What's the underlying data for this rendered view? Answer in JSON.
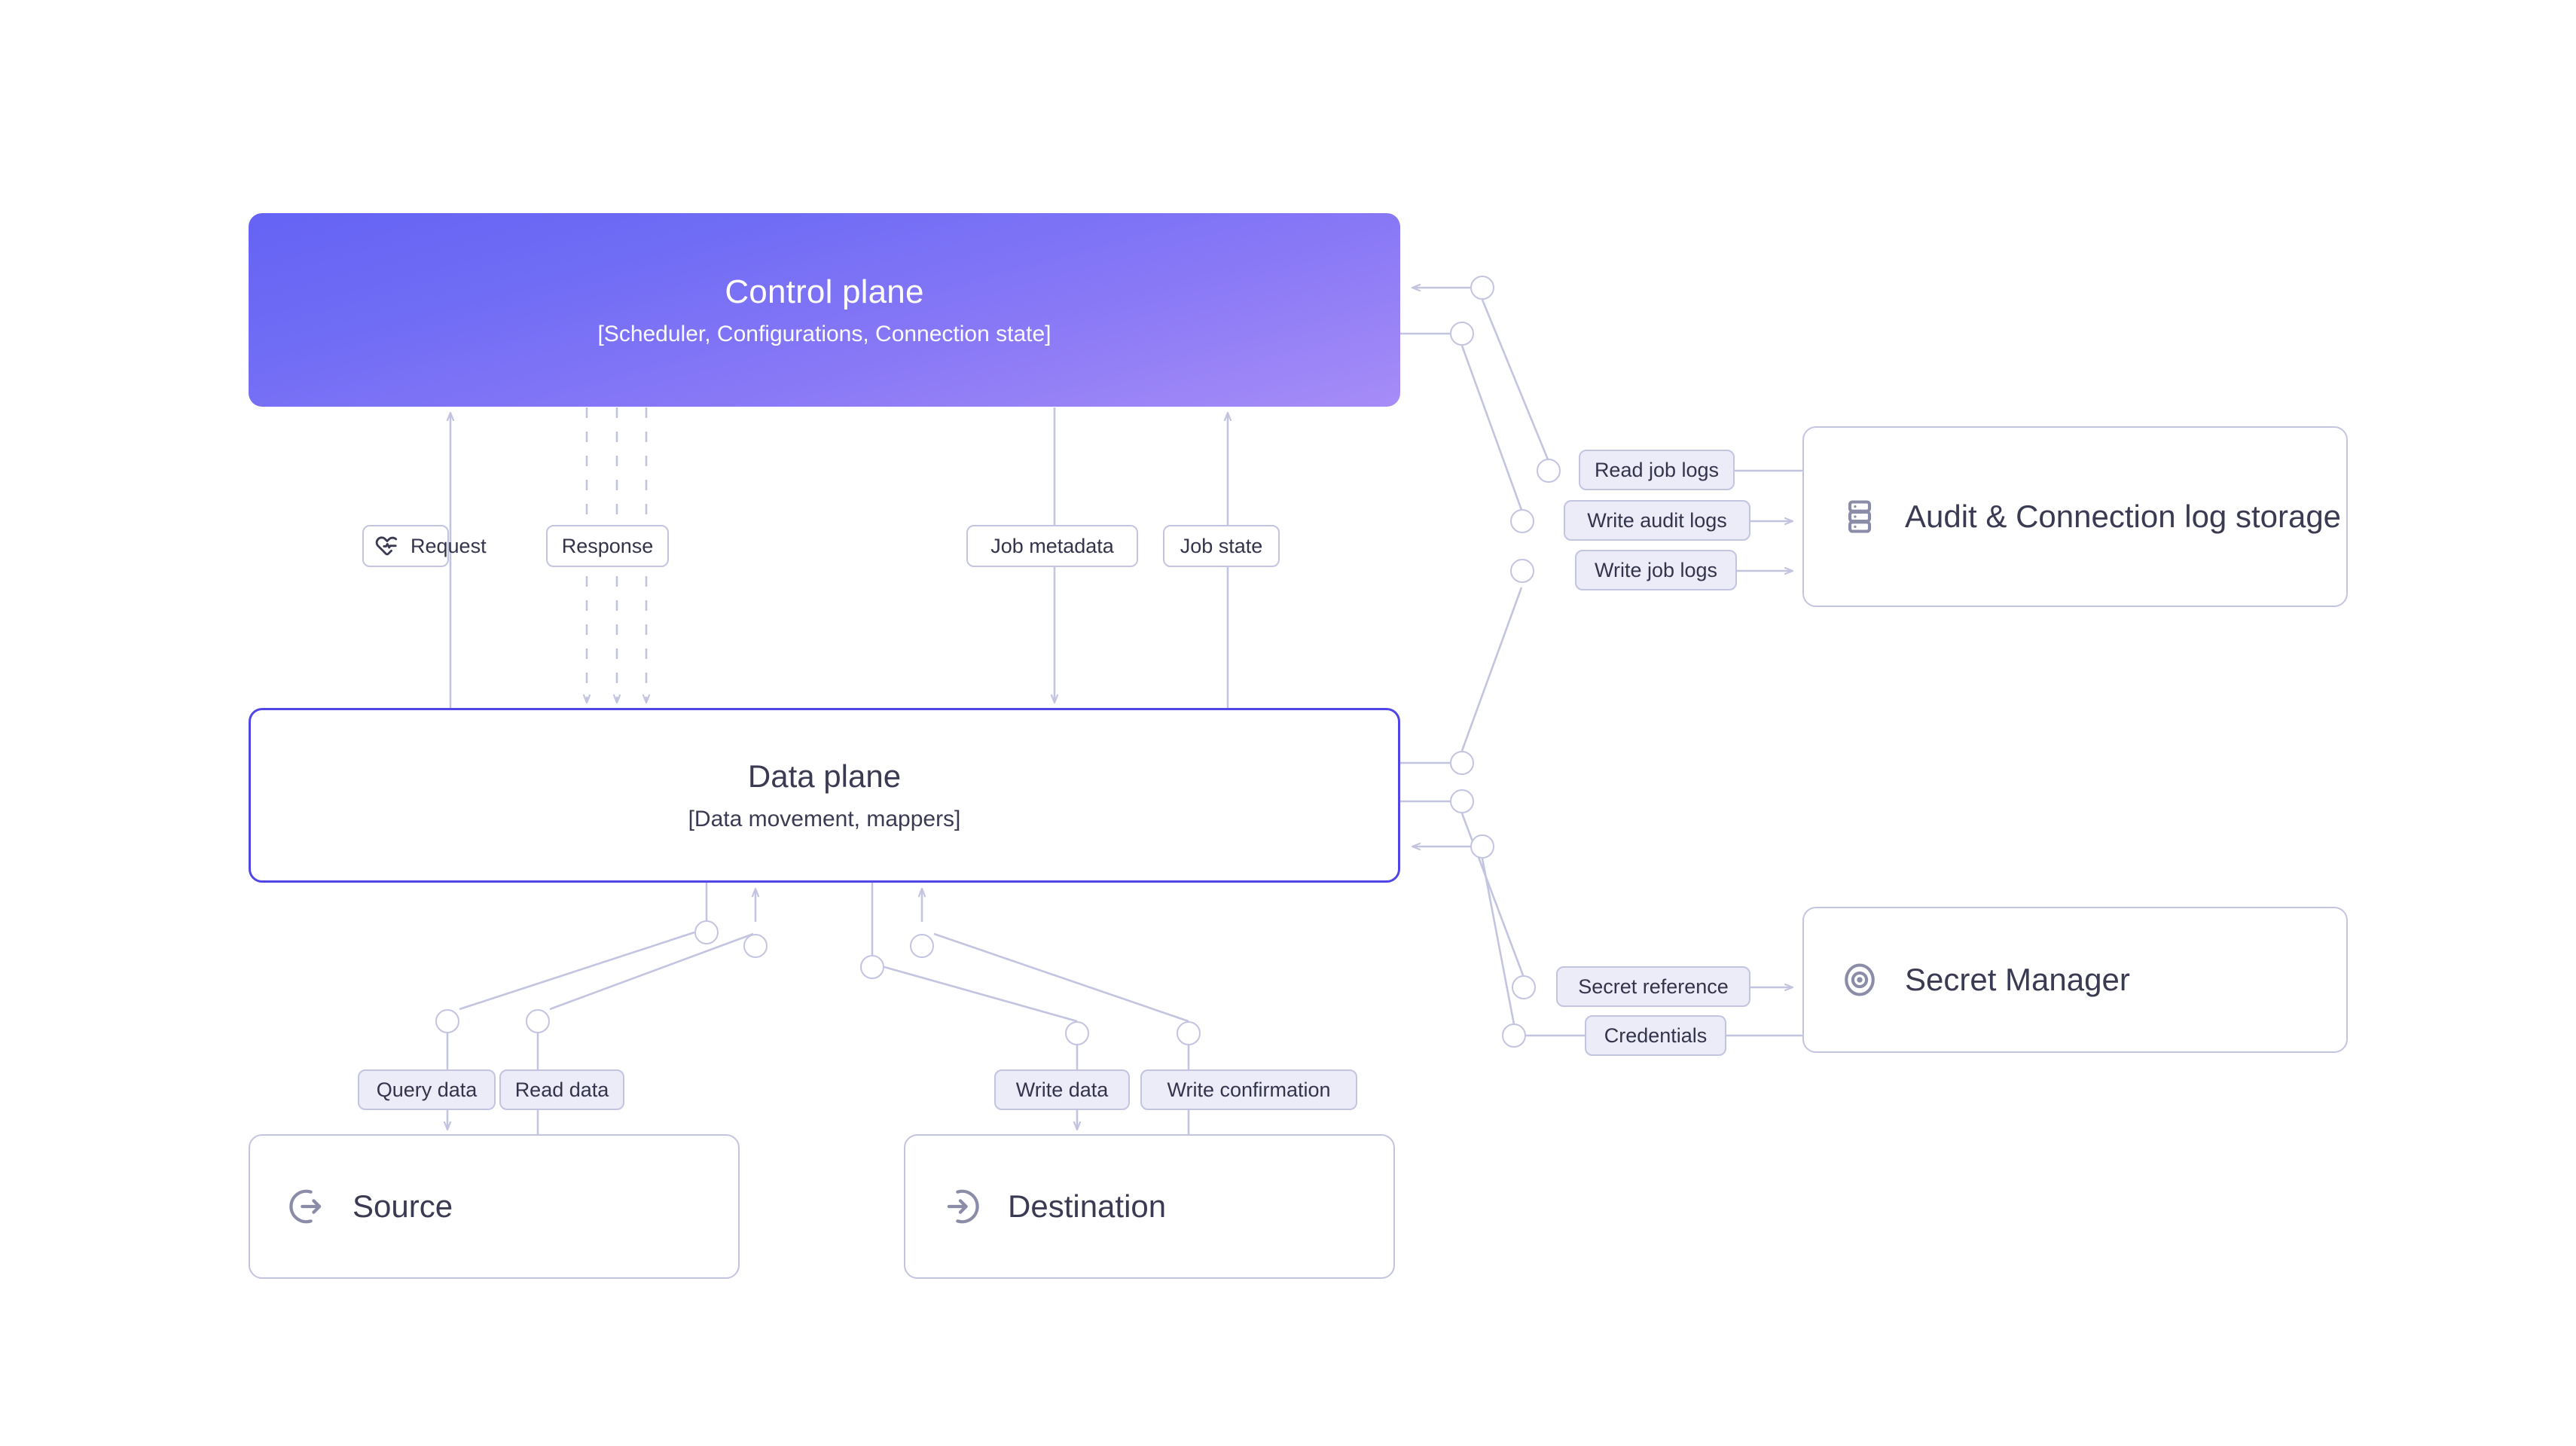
{
  "diagram": {
    "title": "Control plane / Data plane architecture",
    "colors": {
      "control_plane_gradient_start": "#6563f4",
      "control_plane_gradient_end": "#a68cf7",
      "data_plane_border": "#4f46e5",
      "line": "#c3c4e0",
      "chip_tint": "#ececf8",
      "text_dark": "#3a3b53",
      "background": "#ffffff"
    },
    "planes": {
      "control": {
        "title": "Control plane",
        "subtitle": "[Scheduler, Configurations, Connection state]"
      },
      "data": {
        "title": "Data plane",
        "subtitle": "[Data movement, mappers]"
      }
    },
    "services": {
      "audit": {
        "label": "Audit & Connection log storage",
        "icon": "server-rack-icon"
      },
      "secret": {
        "label": "Secret Manager",
        "icon": "eye-target-icon"
      },
      "source": {
        "label": "Source",
        "icon": "arrow-out-circle-icon"
      },
      "destination": {
        "label": "Destination",
        "icon": "arrow-in-circle-icon"
      }
    },
    "edge_labels": {
      "request": "Request",
      "request_icon": "heart-pulse-icon",
      "response": "Response",
      "job_metadata": "Job metadata",
      "job_state": "Job state",
      "read_job_logs": "Read job logs",
      "write_audit_logs": "Write audit logs",
      "write_job_logs": "Write job logs",
      "secret_reference": "Secret reference",
      "credentials": "Credentials",
      "query_data": "Query data",
      "read_data": "Read data",
      "write_data": "Write data",
      "write_confirmation": "Write confirmation"
    }
  }
}
